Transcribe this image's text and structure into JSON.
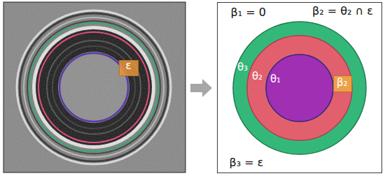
{
  "diagram": {
    "nodes": [
      {
        "text": [
          "ε"
        ]
      },
      {
        "text": [
          "β₁ = 0",
          "β₂ = θ₂ ∩ ε",
          "β₃ = ε"
        ]
      },
      {
        "text": [
          "θ₃"
        ],
        "in": 1
      },
      {
        "text": [
          "θ₂"
        ],
        "in": 2
      },
      {
        "text": [
          "θ₁"
        ],
        "in": 3
      },
      {
        "text": [
          "β₂"
        ],
        "in": 3
      }
    ]
  }
}
